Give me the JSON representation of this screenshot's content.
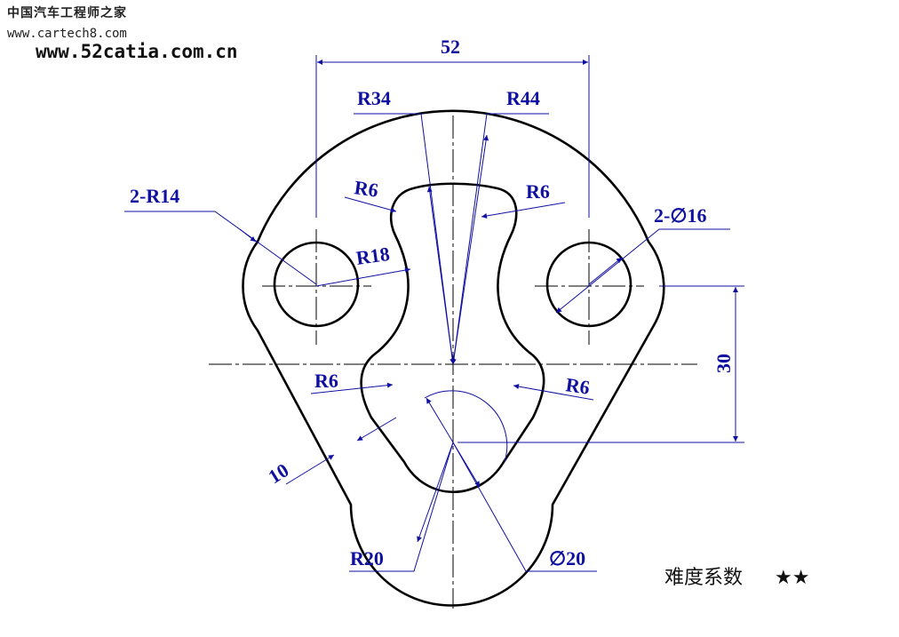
{
  "watermark": {
    "site_cn": "中国汽车工程师之家",
    "url1": "www.cartech8.com",
    "url2": "www.52catia.com.cn"
  },
  "dimensions": {
    "width_52": "52",
    "r34": "R34",
    "r44": "R44",
    "r6_top_left": "R6",
    "r6_top_right": "R6",
    "r14_holes": "2-R14",
    "dia16_holes": "2-∅16",
    "r18": "R18",
    "r6_low_left": "R6",
    "r6_low_right": "R6",
    "height_30": "30",
    "wall_10": "10",
    "r20": "R20",
    "dia20": "∅20"
  },
  "difficulty": {
    "label": "难度系数",
    "stars": "★★"
  },
  "colors": {
    "outline": "#000000",
    "dimension": "#1010a0"
  }
}
